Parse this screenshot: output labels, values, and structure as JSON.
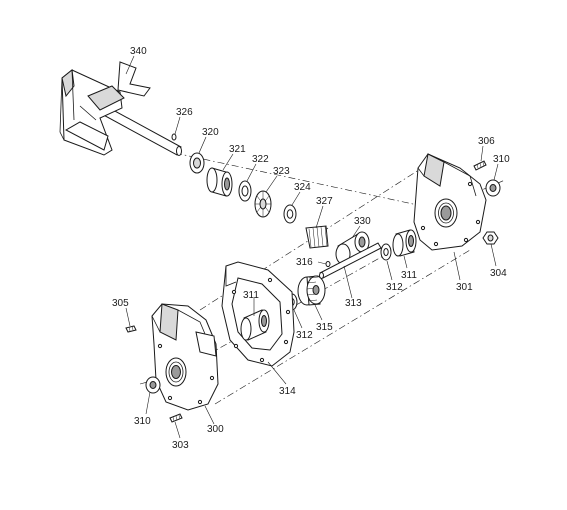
{
  "labels": {
    "p340": "340",
    "p326": "326",
    "p320": "320",
    "p321": "321",
    "p322": "322",
    "p323": "323",
    "p324": "324",
    "p327": "327",
    "p330": "330",
    "p316": "316",
    "p306": "306",
    "p310a": "310",
    "p301": "301",
    "p304": "304",
    "p311a": "311",
    "p312a": "312",
    "p313": "313",
    "p315": "315",
    "p311b": "311",
    "p312b": "312",
    "p314": "314",
    "p305": "305",
    "p310b": "310",
    "p303": "303",
    "p300": "300"
  }
}
